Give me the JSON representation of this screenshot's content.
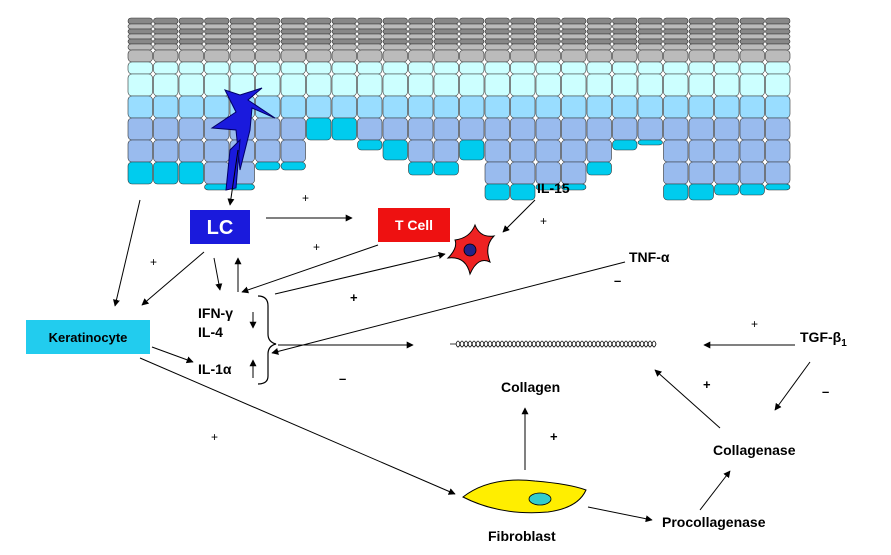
{
  "nodes": {
    "lc": "LC",
    "t_cell": "T Cell",
    "il15": "IL-15",
    "tnf": "TNF-α",
    "keratinocyte": "Keratinocyte",
    "ifn": "IFN-γ",
    "il4": "IL-4",
    "il1": "IL-1α",
    "collagen": "Collagen",
    "tgf_main": "TGF-β",
    "tgf_sub": "1",
    "collagenase": "Collagenase",
    "procollagenase": "Procollagenase",
    "fibroblast": "Fibroblast"
  },
  "signs": {
    "lc_to_tcell": "+",
    "lc_to_tcell_lower": "+",
    "il15_to_tcell": "+",
    "lc_to_keratinocyte": "+",
    "cytokines_to_tcell": "+",
    "tnf_minus": "–",
    "tnf_to_ker_minus": "–",
    "tgf_plus": "+",
    "tgf_minus": "–",
    "collagenase_plus": "+",
    "fibroblast_collagen_plus": "+",
    "ker_fibroblast_plus": "+"
  },
  "colors": {
    "lc_box": "#1a1adc",
    "t_cell_box": "#ee1111",
    "keratinocyte_box": "#22ccee",
    "fibroblast_fill": "#ffee00",
    "fibroblast_nucleus": "#33cccc",
    "cell_dark": "#888888",
    "cell_grey": "#bbbbbb",
    "cell_light": "#ccffff",
    "cell_pale": "#99ddff",
    "cell_blue": "#99bbee",
    "cell_cyan": "#00ccee",
    "t_cell_shape": "#ee2222",
    "t_cell_nucleus": "#222288",
    "lc_dendrite": "#1a1add"
  }
}
